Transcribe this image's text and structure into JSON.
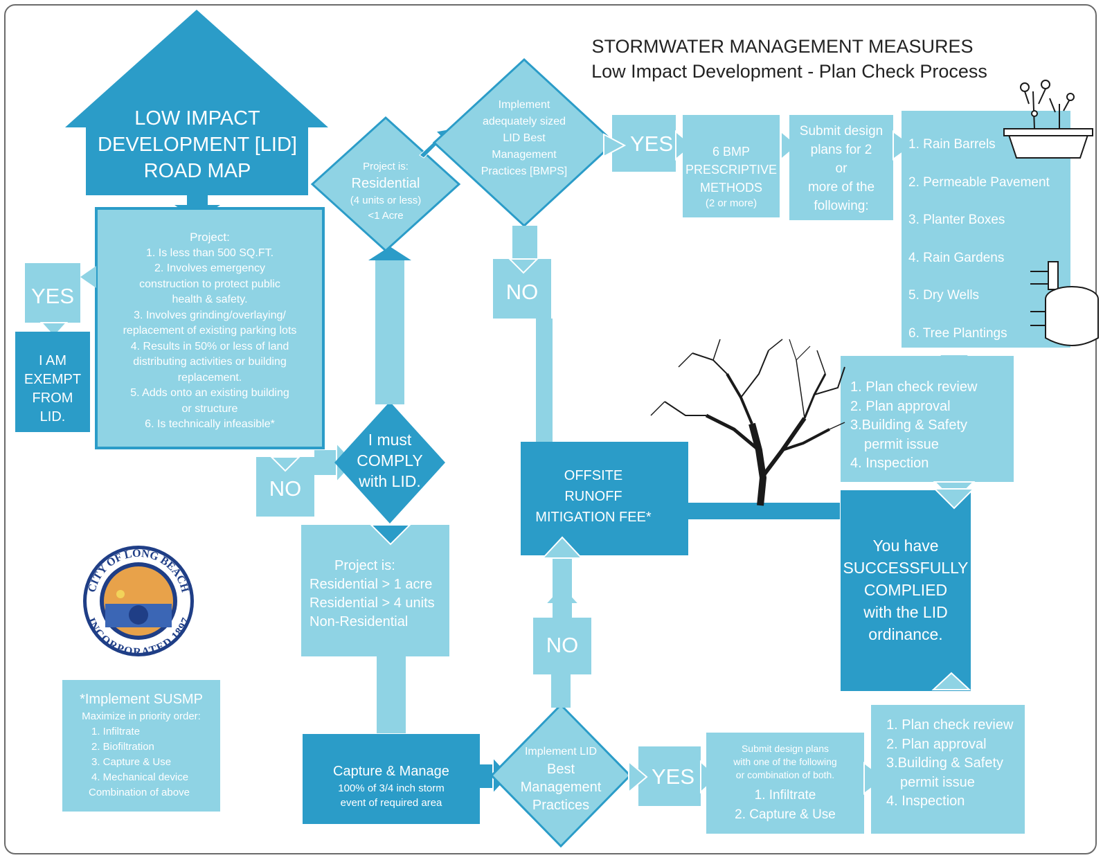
{
  "title": {
    "line1": "STORMWATER MANAGEMENT MEASURES",
    "line2": "Low Impact Development - Plan Check Process"
  },
  "roadmap": {
    "line1": "LOW IMPACT",
    "line2": "DEVELOPMENT [LID]",
    "line3": "ROAD MAP"
  },
  "project_conditions": {
    "heading": "Project:",
    "items": [
      "1. Is less than 500 SQ.FT.",
      "2. Involves emergency",
      "construction to protect public",
      "health & safety.",
      "3. Involves grinding/overlaying/",
      "replacement of existing parking lots",
      "4. Results in 50% or less of land",
      "distributing activities or building",
      "replacement.",
      "5. Adds onto an existing building",
      "or structure",
      "6. Is technically infeasible*"
    ]
  },
  "labels": {
    "yes_exempt": "YES",
    "no_comply": "NO",
    "yes_top": "YES",
    "no_top": "NO",
    "no_bottom": "NO",
    "yes_bottom": "YES"
  },
  "exempt": [
    "I AM",
    "EXEMPT",
    "FROM",
    "LID."
  ],
  "residential_small": {
    "line1": "Project is:",
    "line2": "Residential",
    "line3": "(4 units or less)",
    "line4": "<1 Acre"
  },
  "must_comply": [
    "I must",
    "COMPLY",
    "with LID."
  ],
  "implement_bmps": [
    "Implement",
    "adequately sized",
    "LID Best",
    "Management",
    "Practices [BMPS]"
  ],
  "prescriptive": [
    "6 BMP",
    "PRESCRIPTIVE",
    "METHODS",
    "(2 or more)"
  ],
  "submit_two": [
    "Submit design",
    "plans for 2",
    "or",
    "more of the",
    "following:"
  ],
  "bmp_list": [
    "1. Rain  Barrels",
    "2. Permeable Pavement",
    "3. Planter Boxes",
    "4. Rain Gardens",
    "5. Dry Wells",
    "6.  Tree Plantings"
  ],
  "review_top": [
    "1. Plan check review",
    "2. Plan approval",
    "3.Building & Safety",
    "permit issue",
    "4. Inspection"
  ],
  "offsite_fee": [
    "OFFSITE",
    "RUNOFF",
    "MITIGATION FEE*"
  ],
  "success": [
    "You have",
    "SUCCESSFULLY",
    "COMPLIED",
    "with the LID",
    "ordinance."
  ],
  "residential_large": [
    "Project is:",
    "Residential > 1 acre",
    "Residential > 4 units",
    "Non-Residential"
  ],
  "capture_manage": {
    "line1": "Capture & Manage",
    "line2": "100% of 3/4 inch storm",
    "line3": "event of required area"
  },
  "implement_lid": [
    "Implement LID",
    "Best",
    "Management",
    "Practices"
  ],
  "submit_one": {
    "head": [
      "Submit design plans",
      "with one of the following",
      "or combination of both."
    ],
    "items": [
      "1. Infiltrate",
      "2. Capture & Use"
    ]
  },
  "review_bottom": [
    "1. Plan check review",
    "2. Plan approval",
    "3.Building & Safety",
    "permit issue",
    "4. Inspection"
  ],
  "susmp": {
    "title": "*Implement SUSMP",
    "subtitle": "Maximize in priority order:",
    "items": [
      "1. Infiltrate",
      "2. Biofiltration",
      "3. Capture & Use",
      "4. Mechanical device",
      "Combination of above"
    ]
  },
  "seal": {
    "top_text": "CITY OF LONG BEACH",
    "bottom_text": "INCORPORATED 1897"
  },
  "colors": {
    "light": "#8fd3e4",
    "dark": "#2b9cc8",
    "mid": "#4fb3d6",
    "frame": "#6a6a6a"
  }
}
